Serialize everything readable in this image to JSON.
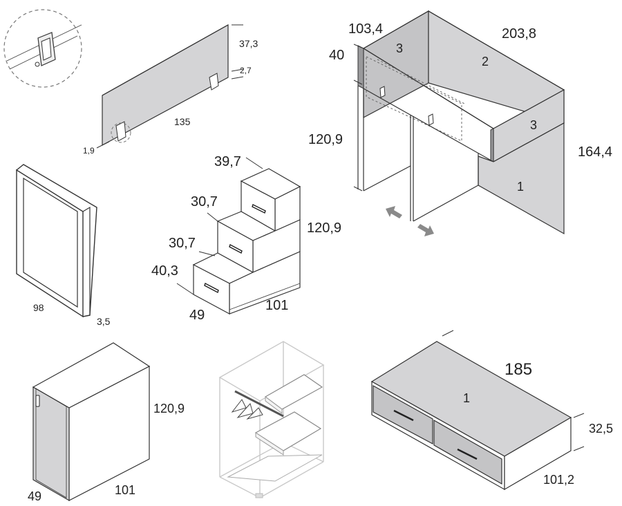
{
  "dimensions": {
    "panel_height": "37,3",
    "panel_clip": "2,7",
    "panel_width": "135",
    "panel_thickness": "1,9",
    "mirror_width": "98",
    "mirror_depth": "3,5",
    "steps_top": "39,7",
    "steps_mid": "30,7",
    "steps_low": "30,7",
    "steps_bottom": "40,3",
    "steps_height": "120,9",
    "steps_depth": "49",
    "steps_length": "101",
    "desk_depth": "103,4",
    "desk_length": "203,8",
    "desk_rail": "40",
    "desk_leg": "120,9",
    "desk_height": "164,4",
    "cab_height": "120,9",
    "cab_depth": "49",
    "cab_width": "101",
    "bed_length": "185",
    "bed_height": "32,5",
    "bed_width": "101,2"
  },
  "panel_numbers": {
    "desk_left": "3",
    "desk_back": "2",
    "desk_right": "3",
    "desk_side": "1",
    "bed_top": "1"
  },
  "colors": {
    "panel_gray": "#d4d4d6",
    "outline": "#333333",
    "arrow_gray": "#8a8a8a"
  }
}
